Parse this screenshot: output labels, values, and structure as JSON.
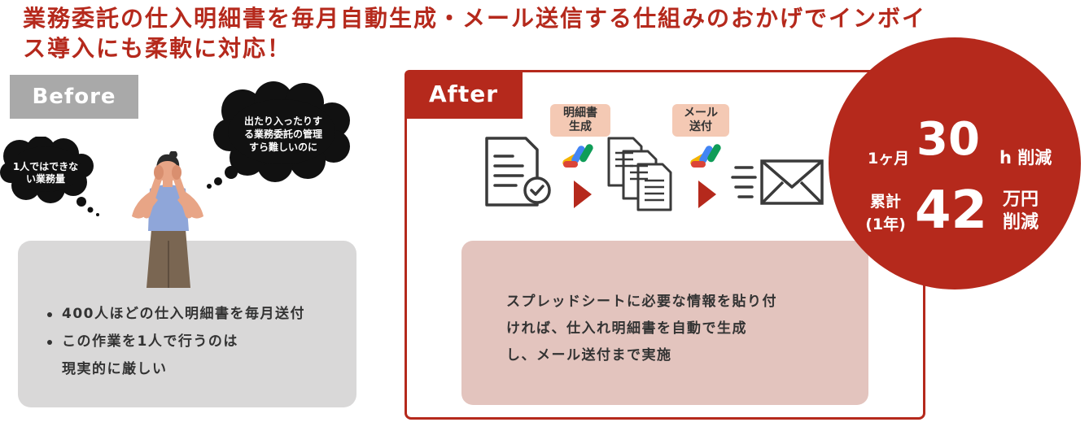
{
  "headline": {
    "line1": "業務委託の仕入明細書を毎月自動生成・メール送信する仕組みのおかげでインボイ",
    "line2": "ス導入にも柔軟に対応！"
  },
  "before": {
    "tag": "Before",
    "bubble_left": {
      "line1": "1人ではできな",
      "line2": "い業務量"
    },
    "bubble_right": {
      "line1": "出たり入ったりす",
      "line2": "る業務委託の管理",
      "line3": "すら難しいのに"
    },
    "items": [
      {
        "text": "400人ほどの仕入明細書を毎月送付"
      },
      {
        "text": "この作業を1人で行うのは",
        "cont": "現実的に厳しい"
      }
    ]
  },
  "after": {
    "tag": "After",
    "step1": {
      "line1": "明細書",
      "line2": "生成"
    },
    "step2": {
      "line1": "メール",
      "line2": "送付"
    },
    "description": {
      "line1": "スプレッドシートに必要な情報を貼り付",
      "line2": "ければ、仕入れ明細書を自動で生成",
      "line3": "し、メール送付まで実施"
    }
  },
  "stats": {
    "row1": {
      "prefix": "1ヶ月",
      "value": "30",
      "suffix": "h 削減"
    },
    "row2": {
      "prefix_line1": "累計",
      "prefix_line2": "(1年)",
      "value": "42",
      "suffix_line1": "万円",
      "suffix_line2": "削減"
    }
  },
  "colors": {
    "accent": "#b5291c",
    "before_gray": "#a9a9a9",
    "label_peach": "#f4c9b4",
    "after_box": "#e3c4be"
  }
}
